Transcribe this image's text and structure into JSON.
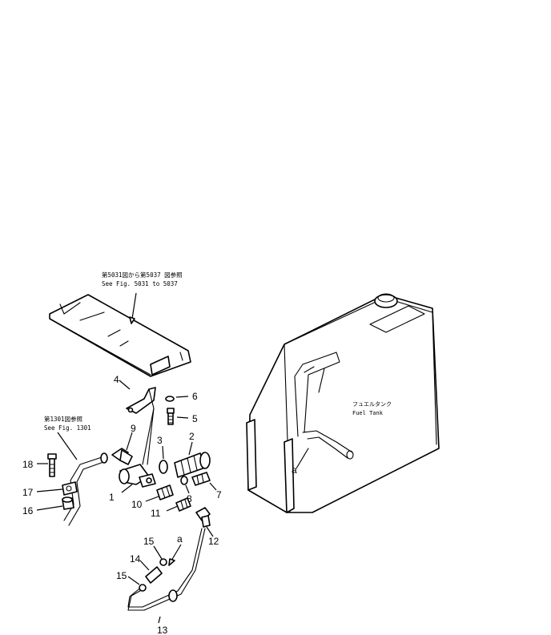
{
  "references": {
    "cover_ref_jp": "第5031図から第5037 図参照",
    "cover_ref_en": "See Fig. 5031 to 5037",
    "hose_ref_jp": "第1301図参照",
    "hose_ref_en": "See Fig. 1301"
  },
  "tank": {
    "label_jp": "フュエルタンク",
    "label_en": "Fuel Tank"
  },
  "connection_labels": {
    "a_tank": "a",
    "a_pipe": "a"
  },
  "part_numbers": {
    "p1": "1",
    "p2": "2",
    "p3": "3",
    "p4": "4",
    "p5": "5",
    "p6": "6",
    "p7": "7",
    "p8": "8",
    "p9": "9",
    "p10": "10",
    "p11": "11",
    "p12": "12",
    "p13": "13",
    "p14": "14",
    "p15a": "15",
    "p15b": "15",
    "p16": "16",
    "p17": "17",
    "p18": "18"
  }
}
